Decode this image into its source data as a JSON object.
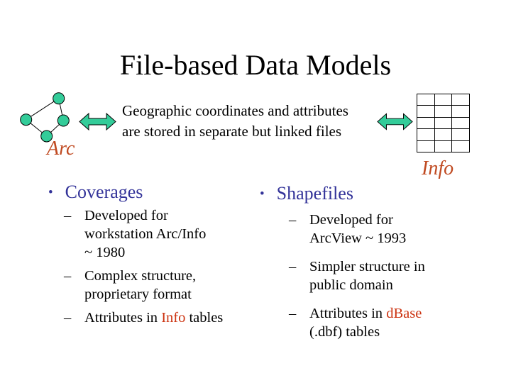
{
  "slide": {
    "title": "File-based Data Models",
    "intro": {
      "lines": [
        "Geographic coordinates and attributes",
        "are stored in separate but linked files"
      ]
    },
    "arc_figure": {
      "label": "Arc",
      "icon": "node-arc-graph-icon",
      "node_count": 4
    },
    "info_figure": {
      "label": "Info",
      "icon": "table-grid-icon",
      "rows": 5,
      "cols": 3
    },
    "bullet_char": "•",
    "dash_char": "–",
    "columns": [
      {
        "heading": "Coverages",
        "items": [
          {
            "lines": [
              [
                {
                  "t": "Developed for"
                }
              ],
              [
                {
                  "t": "workstation Arc/Info"
                }
              ],
              [
                {
                  "t": "~ 1980"
                }
              ]
            ]
          },
          {
            "lines": [
              [
                {
                  "t": "Complex structure,"
                }
              ],
              [
                {
                  "t": "proprietary format"
                }
              ]
            ]
          },
          {
            "lines": [
              [
                {
                  "t": "Attributes in "
                },
                {
                  "t": "Info",
                  "hl": true
                },
                {
                  "t": " tables"
                }
              ]
            ]
          }
        ]
      },
      {
        "heading": "Shapefiles",
        "items": [
          {
            "lines": [
              [
                {
                  "t": "Developed for"
                }
              ],
              [
                {
                  "t": "ArcView ~ 1993"
                }
              ]
            ]
          },
          {
            "lines": [
              [
                {
                  "t": "Simpler structure in"
                }
              ],
              [
                {
                  "t": "public domain"
                }
              ]
            ]
          },
          {
            "lines": [
              [
                {
                  "t": "Attributes in "
                },
                {
                  "t": "dBase",
                  "hl": true
                }
              ],
              [
                {
                  "t": "(.dbf) tables"
                }
              ]
            ]
          }
        ]
      }
    ],
    "colors": {
      "background": "#FFFFFF",
      "text": "#000000",
      "teal": "#33CC99",
      "heading_blue": "#333399",
      "label_orange": "#C04A21",
      "highlight_red": "#CC3311"
    }
  }
}
